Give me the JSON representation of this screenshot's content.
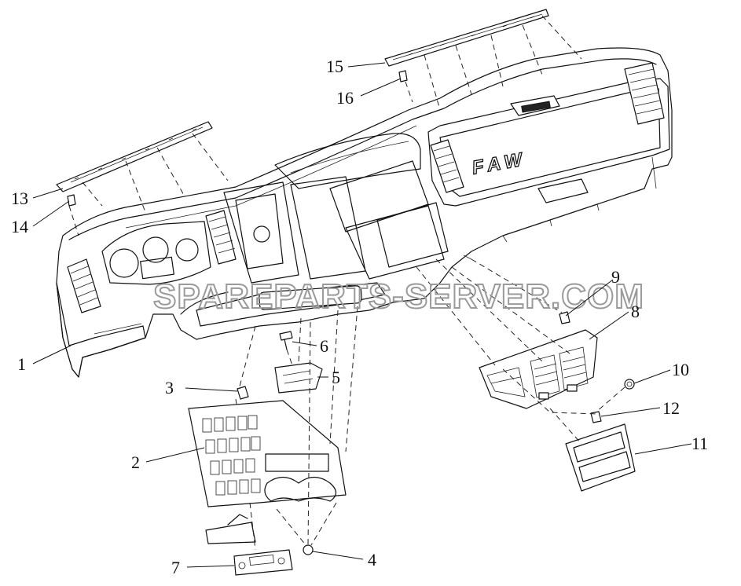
{
  "brand_logo": "FAW",
  "watermark": "SPAREPARTS-SERVER.COM",
  "callouts": [
    {
      "id": "1",
      "label": "1"
    },
    {
      "id": "2",
      "label": "2"
    },
    {
      "id": "3",
      "label": "3"
    },
    {
      "id": "4",
      "label": "4"
    },
    {
      "id": "5",
      "label": "5"
    },
    {
      "id": "6",
      "label": "6"
    },
    {
      "id": "7",
      "label": "7"
    },
    {
      "id": "8",
      "label": "8"
    },
    {
      "id": "9",
      "label": "9"
    },
    {
      "id": "10",
      "label": "10"
    },
    {
      "id": "11",
      "label": "11"
    },
    {
      "id": "12",
      "label": "12"
    },
    {
      "id": "13",
      "label": "13"
    },
    {
      "id": "14",
      "label": "14"
    },
    {
      "id": "15",
      "label": "15"
    },
    {
      "id": "16",
      "label": "16"
    }
  ]
}
